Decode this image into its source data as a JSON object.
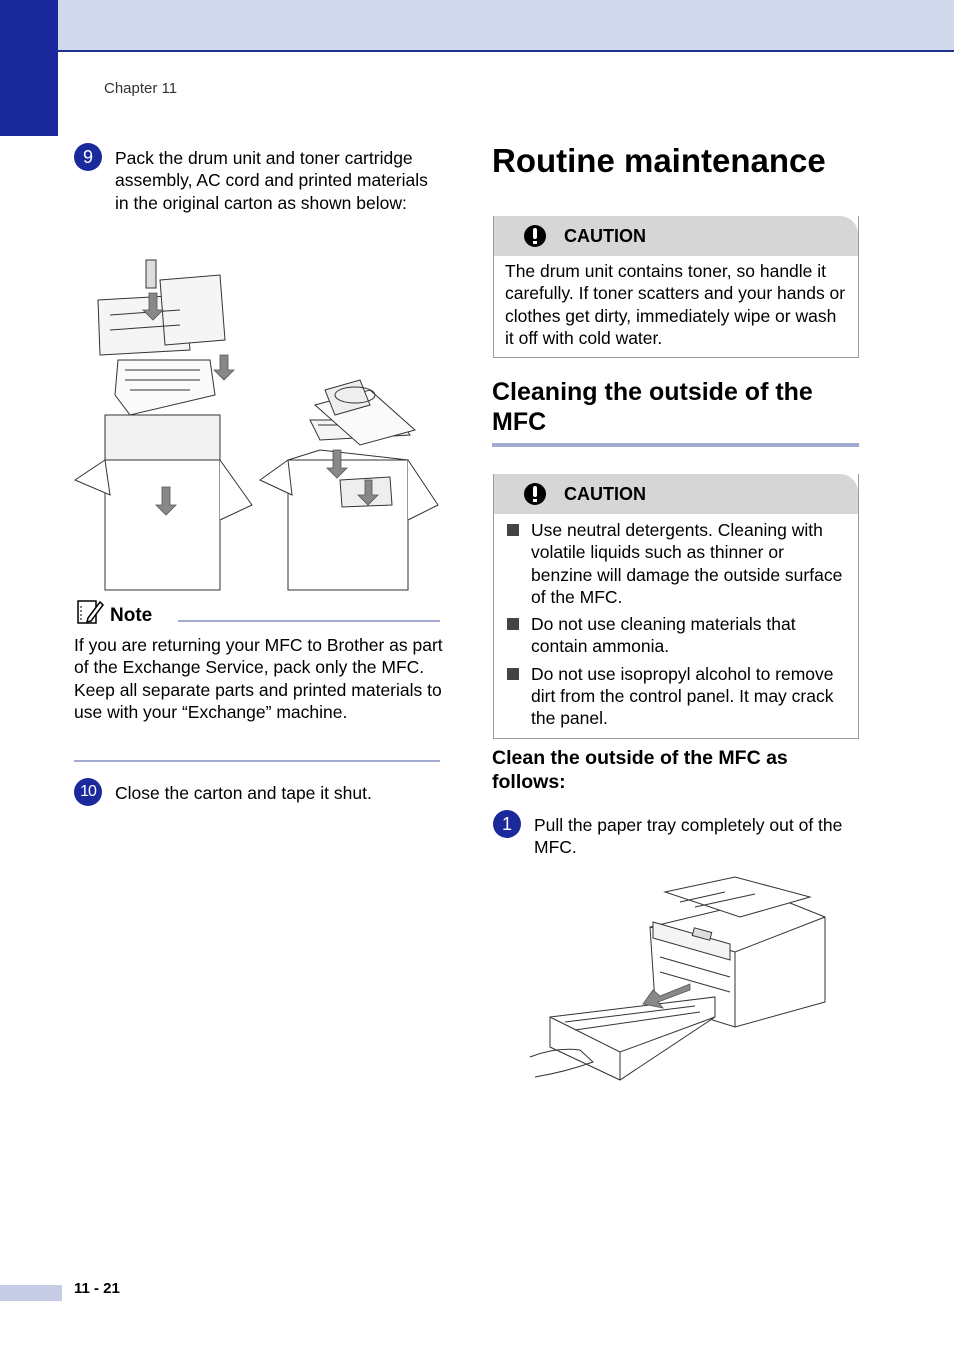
{
  "header": {
    "chapter": "Chapter 11"
  },
  "left": {
    "step9": {
      "num": "9",
      "text": "Pack the drum unit and toner cartridge assembly, AC cord and printed materials in the original carton as shown below:"
    },
    "note": {
      "label": "Note",
      "text": "If you are returning your MFC to Brother as part of the Exchange Service, pack only the MFC. Keep all separate parts and printed materials to use with your “Exchange” machine."
    },
    "step10": {
      "num": "10",
      "text": "Close the carton and tape it shut."
    }
  },
  "right": {
    "title": "Routine maintenance",
    "caution1": {
      "label": "CAUTION",
      "text": "The drum unit contains toner, so handle it carefully. If toner scatters and your hands or clothes get dirty, immediately wipe or wash it off with cold water."
    },
    "section_title": "Cleaning the outside of the MFC",
    "caution2": {
      "label": "CAUTION",
      "items": [
        "Use neutral detergents. Cleaning with volatile liquids such as thinner or benzine will damage the outside surface of the MFC.",
        "Do not use cleaning materials that contain ammonia.",
        "Do not use isopropyl alcohol to remove dirt from the control panel. It may crack the panel."
      ]
    },
    "subheading": "Clean the outside of the MFC as follows:",
    "step1": {
      "num": "1",
      "text": "Pull the paper tray completely out of the MFC."
    }
  },
  "footer": {
    "page": "11 - 21"
  }
}
